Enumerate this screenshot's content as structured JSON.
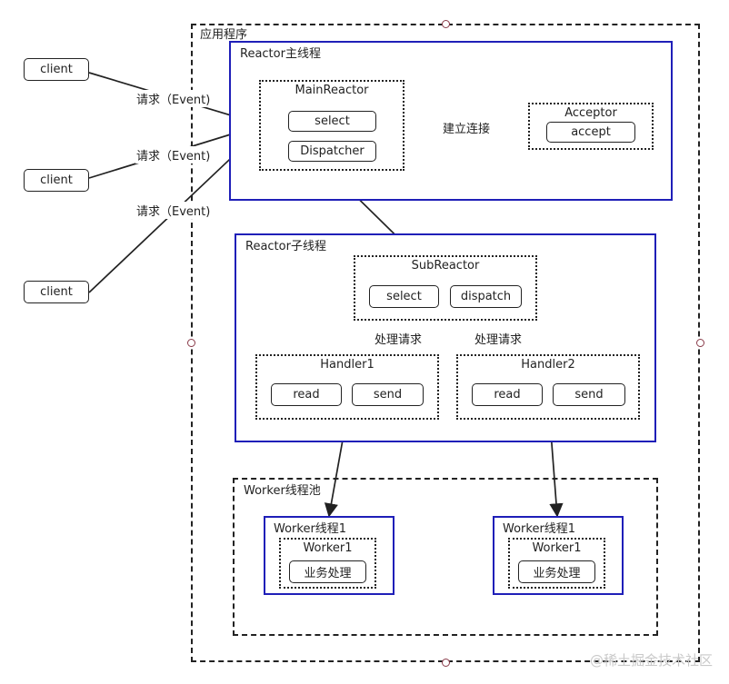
{
  "app": {
    "title": "应用程序"
  },
  "clients": [
    {
      "label": "client"
    },
    {
      "label": "client"
    },
    {
      "label": "client"
    }
  ],
  "request_labels": [
    "请求（Event)",
    "请求（Event)",
    "请求（Event)"
  ],
  "main_thread": {
    "title": "Reactor主线程",
    "main_reactor": {
      "title": "MainReactor",
      "select": "select",
      "dispatcher": "Dispatcher"
    },
    "connect_label": "建立连接",
    "acceptor": {
      "title": "Acceptor",
      "accept": "accept"
    }
  },
  "sub_thread": {
    "title": "Reactor子线程",
    "sub_reactor": {
      "title": "SubReactor",
      "select": "select",
      "dispatch": "dispatch"
    },
    "process_labels": [
      "处理请求",
      "处理请求"
    ],
    "handlers": [
      {
        "title": "Handler1",
        "read": "read",
        "send": "send"
      },
      {
        "title": "Handler2",
        "read": "read",
        "send": "send"
      }
    ]
  },
  "worker_pool": {
    "title": "Worker线程池",
    "workers": [
      {
        "thread_title": "Worker线程1",
        "inner_title": "Worker1",
        "task": "业务处理"
      },
      {
        "thread_title": "Worker线程1",
        "inner_title": "Worker1",
        "task": "业务处理"
      }
    ]
  },
  "watermark": "@稀土掘金技术社区"
}
